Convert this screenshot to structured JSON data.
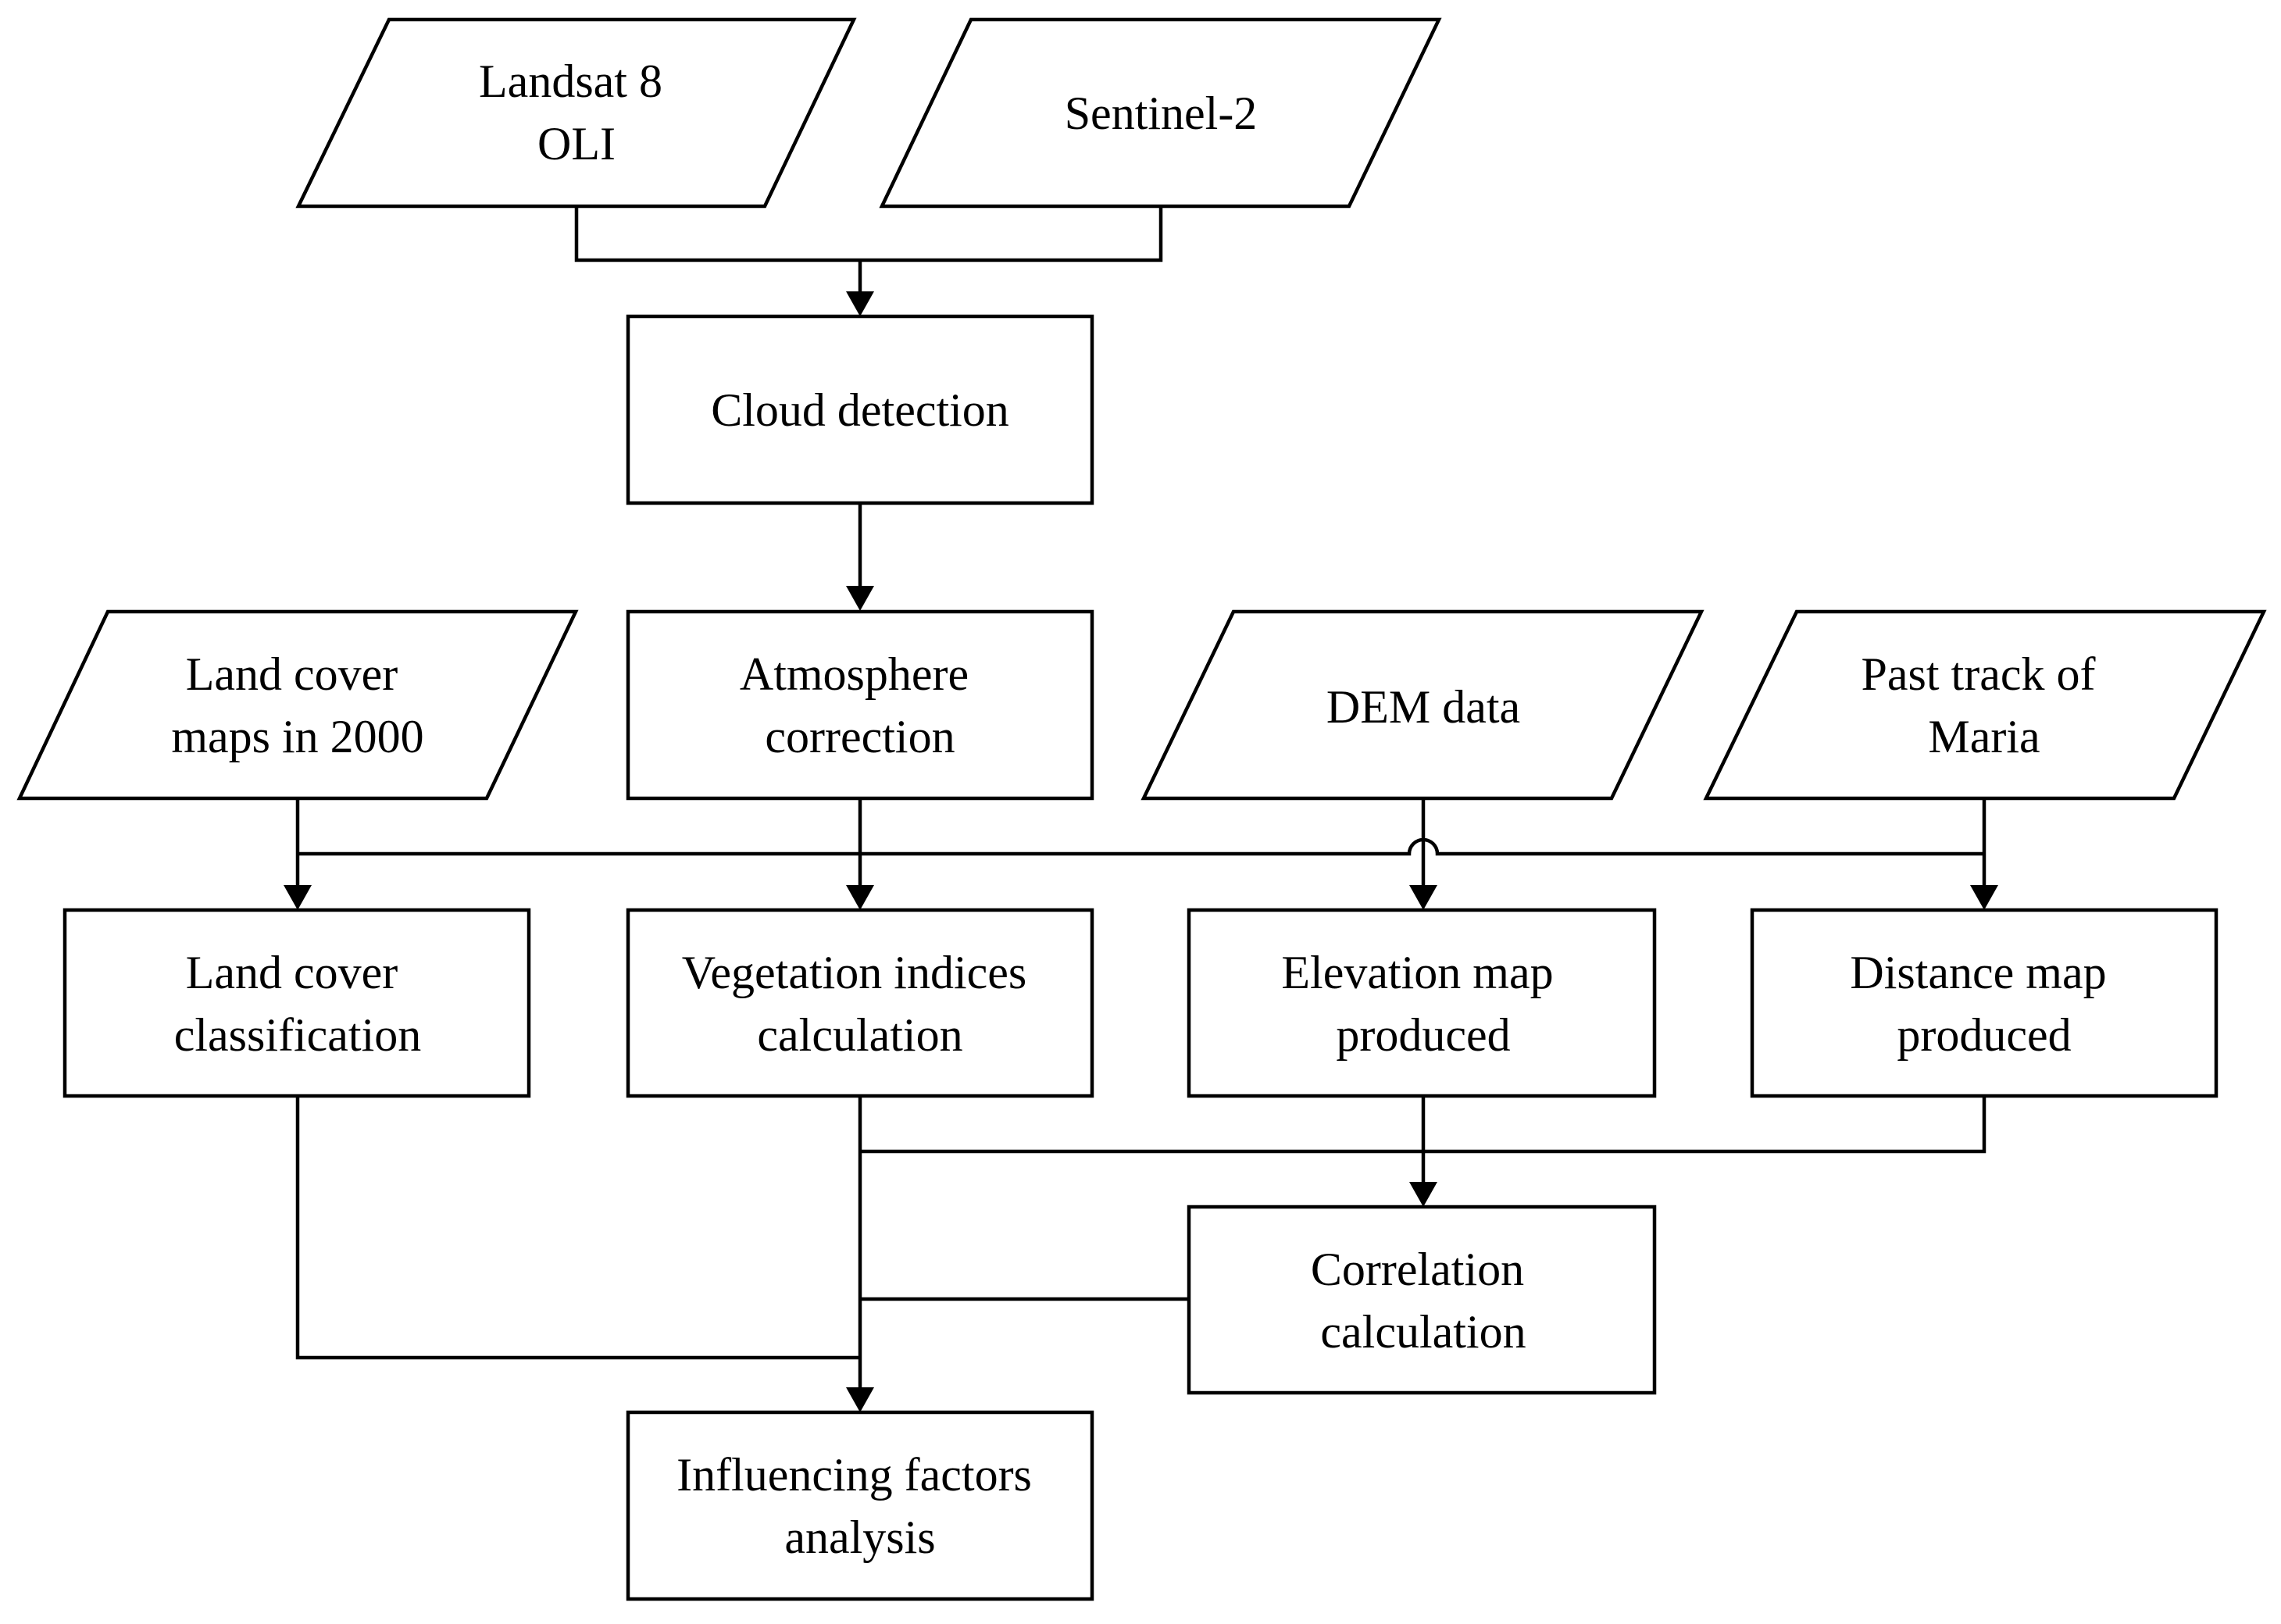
{
  "nodes": {
    "landsat": {
      "shape": "parallelogram",
      "lines": [
        "Landsat 8",
        "OLI"
      ]
    },
    "sentinel": {
      "shape": "parallelogram",
      "lines": [
        "Sentinel-2"
      ]
    },
    "cloud": {
      "shape": "rectangle",
      "lines": [
        "Cloud detection"
      ]
    },
    "landcover_maps": {
      "shape": "parallelogram",
      "lines": [
        "Land cover",
        "maps in 2000"
      ]
    },
    "atmosphere": {
      "shape": "rectangle",
      "lines": [
        "Atmosphere",
        "correction"
      ]
    },
    "dem": {
      "shape": "parallelogram",
      "lines": [
        "DEM data"
      ]
    },
    "track": {
      "shape": "parallelogram",
      "lines": [
        "Past track of",
        "Maria"
      ]
    },
    "landcover_class": {
      "shape": "rectangle",
      "lines": [
        "Land cover",
        "classification"
      ]
    },
    "vegetation": {
      "shape": "rectangle",
      "lines": [
        "Vegetation indices",
        "calculation"
      ]
    },
    "elevation": {
      "shape": "rectangle",
      "lines": [
        "Elevation map",
        "produced"
      ]
    },
    "distance": {
      "shape": "rectangle",
      "lines": [
        "Distance map",
        "produced"
      ]
    },
    "correlation": {
      "shape": "rectangle",
      "lines": [
        "Correlation",
        "calculation"
      ]
    },
    "influencing": {
      "shape": "rectangle",
      "lines": [
        "Influencing factors",
        "analysis"
      ]
    }
  },
  "edges": [
    {
      "from": [
        "landsat",
        "sentinel"
      ],
      "to": "cloud"
    },
    {
      "from": [
        "cloud"
      ],
      "to": "atmosphere"
    },
    {
      "from": [
        "landcover_maps"
      ],
      "to": "landcover_class"
    },
    {
      "from": [
        "atmosphere"
      ],
      "to": "vegetation"
    },
    {
      "from": [
        "track"
      ],
      "to": "landcover_class"
    },
    {
      "from": [
        "track"
      ],
      "to": "distance"
    },
    {
      "from": [
        "dem"
      ],
      "to": "elevation"
    },
    {
      "from": [
        "vegetation",
        "elevation",
        "distance"
      ],
      "to": "correlation"
    },
    {
      "from": [
        "landcover_class",
        "vegetation",
        "correlation"
      ],
      "to": "influencing"
    }
  ]
}
